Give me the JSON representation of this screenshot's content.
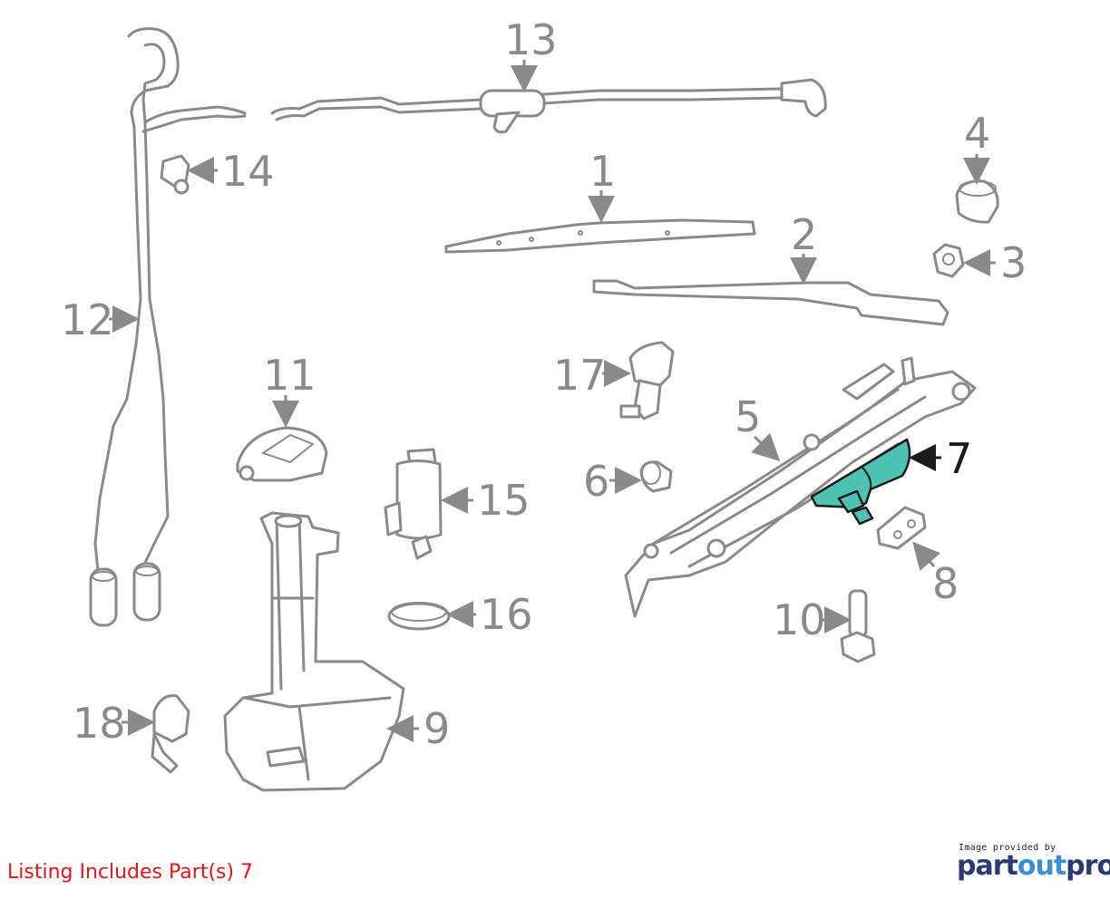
{
  "diagram": {
    "callouts": [
      {
        "id": "1",
        "label": "1"
      },
      {
        "id": "2",
        "label": "2"
      },
      {
        "id": "3",
        "label": "3"
      },
      {
        "id": "4",
        "label": "4"
      },
      {
        "id": "5",
        "label": "5"
      },
      {
        "id": "6",
        "label": "6"
      },
      {
        "id": "7",
        "label": "7",
        "highlighted": true
      },
      {
        "id": "8",
        "label": "8"
      },
      {
        "id": "9",
        "label": "9"
      },
      {
        "id": "10",
        "label": "10"
      },
      {
        "id": "11",
        "label": "11"
      },
      {
        "id": "12",
        "label": "12"
      },
      {
        "id": "13",
        "label": "13"
      },
      {
        "id": "14",
        "label": "14"
      },
      {
        "id": "15",
        "label": "15"
      },
      {
        "id": "16",
        "label": "16"
      },
      {
        "id": "17",
        "label": "17"
      },
      {
        "id": "18",
        "label": "18"
      }
    ],
    "colors": {
      "line_art": "#8a8a8a",
      "highlight_fill": "#4ec3b3",
      "highlight_label": "#1b1b1b",
      "note_text": "#e4141b",
      "brand_dark": "#2c3a73",
      "brand_accent": "#3a8fd6"
    }
  },
  "listing_note": "Listing Includes Part(s) 7",
  "credit": {
    "caption": "Image provided by",
    "logo_part1": "part",
    "logo_part2": "out",
    "logo_part3": "pro"
  }
}
